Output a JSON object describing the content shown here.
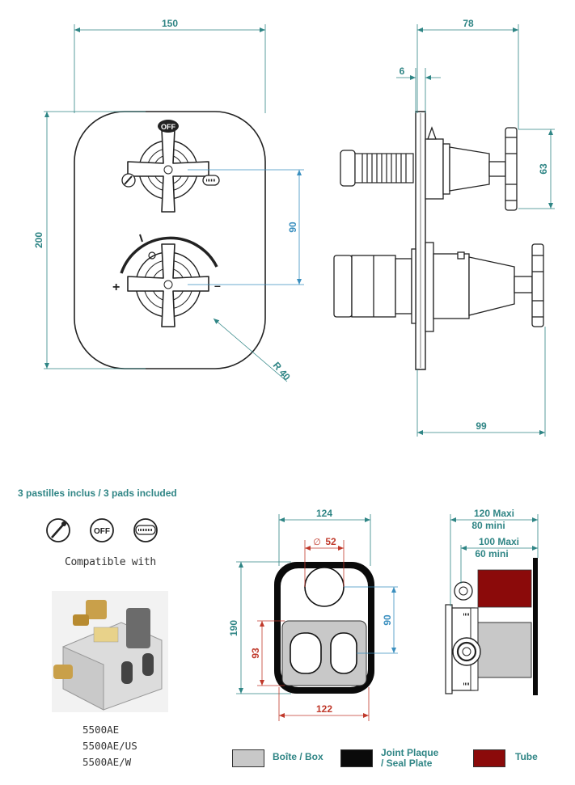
{
  "dimensions": {
    "front_width": "150",
    "front_height": "200",
    "axis_spacing": "90",
    "corner_radius": "R 40",
    "side_depth_top": "78",
    "plate_thickness": "6",
    "handle_height": "63",
    "side_depth_total": "99",
    "box_width": "124",
    "box_height": "190",
    "hole_diameter_symbol": "∅",
    "hole_diameter": "52",
    "box_axis_spacing": "90",
    "box_inner_height": "93",
    "box_inner_width": "122",
    "depth_max_min_1": "120  Maxi",
    "depth_max_min_1b": "80 mini",
    "depth_max_min_2": "100  Maxi",
    "depth_max_min_2b": "60 mini"
  },
  "knob_labels": {
    "off": "OFF",
    "plus": "+",
    "minus": "–"
  },
  "pads": {
    "title": "3 pastilles inclus / 3 pads included",
    "items": [
      {
        "icon": "hand-shower-icon"
      },
      {
        "icon": "off-icon",
        "label": "OFF"
      },
      {
        "icon": "rain-shower-icon"
      }
    ]
  },
  "compatibility": {
    "label": "Compatible with",
    "product_refs": [
      "5500AE",
      "5500AE/US",
      "5500AE/W"
    ]
  },
  "legend": [
    {
      "label_line1": "Boîte / Box",
      "label_line2": "",
      "color": "#c8c8c8"
    },
    {
      "label_line1": "Joint Plaque",
      "label_line2": "/ Seal Plate",
      "color": "#0a0a0a"
    },
    {
      "label_line1": "Tube",
      "label_line2": "",
      "color": "#8b0a0a"
    }
  ],
  "colors": {
    "dim_teal": "#2f8585",
    "dim_blue": "#3a8fbf",
    "dim_red": "#c0392b",
    "box_grey": "#c8c8c8",
    "seal_black": "#0a0a0a",
    "tube_red": "#8b0a0a"
  }
}
